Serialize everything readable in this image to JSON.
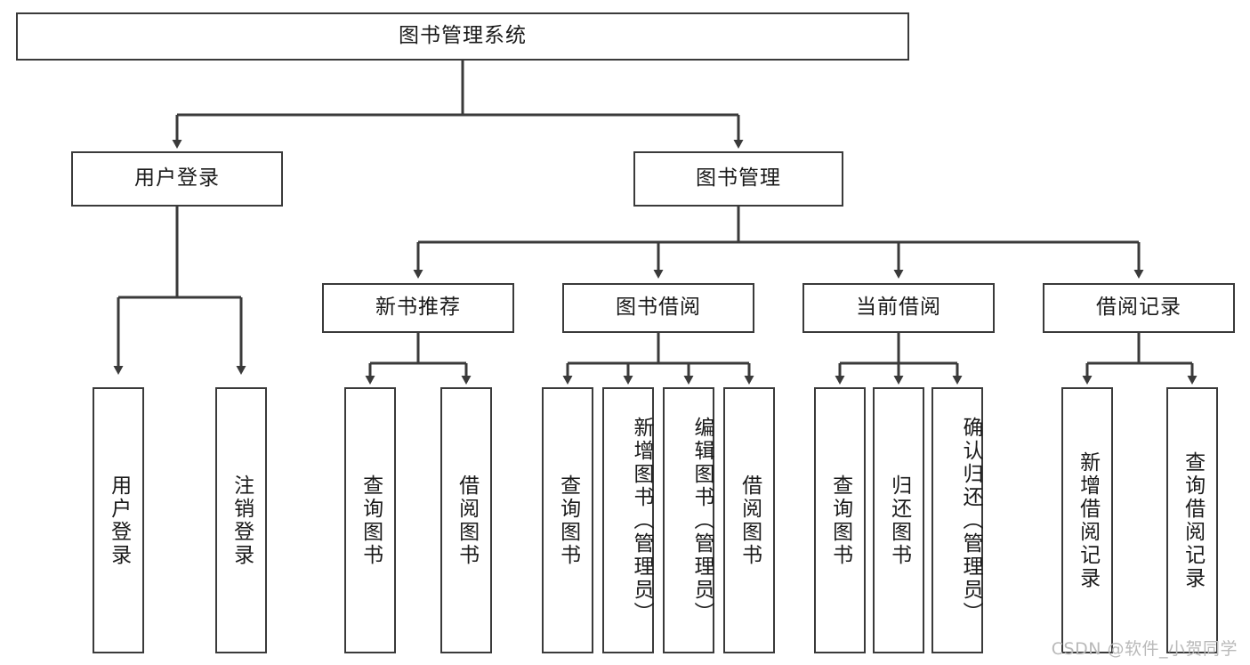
{
  "diagram": {
    "title": "图书管理系统",
    "root": {
      "label": "图书管理系统"
    },
    "level2": [
      {
        "label": "用户登录"
      },
      {
        "label": "图书管理"
      }
    ],
    "level3": [
      {
        "label": "新书推荐"
      },
      {
        "label": "图书借阅"
      },
      {
        "label": "当前借阅"
      },
      {
        "label": "借阅记录"
      }
    ],
    "leaves": {
      "user_login": [
        {
          "label": "用户登录"
        },
        {
          "label": "注销登录"
        }
      ],
      "new_book": [
        {
          "label": "查询图书"
        },
        {
          "label": "借阅图书"
        }
      ],
      "borrow_book": [
        {
          "label": "查询图书"
        },
        {
          "label": "新增图书（管理员）"
        },
        {
          "label": "编辑图书（管理员）"
        },
        {
          "label": "借阅图书"
        }
      ],
      "current_borrow": [
        {
          "label": "查询图书"
        },
        {
          "label": "归还图书"
        },
        {
          "label": "确认归还（管理员）"
        }
      ],
      "borrow_record": [
        {
          "label": "新增借阅记录"
        },
        {
          "label": "查询借阅记录"
        }
      ]
    }
  },
  "watermark": {
    "text": "CSDN @软件_小贺同学"
  },
  "colors": {
    "stroke": "#3a3a3a",
    "background": "#ffffff",
    "text": "#1a1a1a",
    "watermark": "#b9b9b9"
  }
}
